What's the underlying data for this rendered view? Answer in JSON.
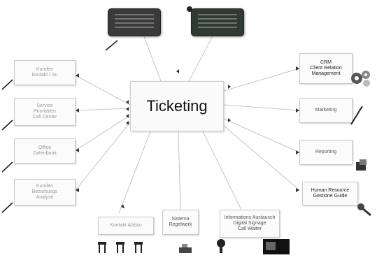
{
  "center": {
    "label": "Ticketing"
  },
  "boxes": {
    "left1": "Kunden\nkontakt / Su",
    "left2": "Service\nPrioritäten\nCall Center",
    "left3": "Office\nDatenbank",
    "left4": "Kunden\nBeziehungs\nAnalyse",
    "crm": "CRM\nClient Relation\nManagement",
    "marketing": "Marketing",
    "reporting": "Reporting",
    "hr": "Human Resource\nGestione Guide",
    "bottom1": "Kontakt Abbau",
    "bottom2": "Sistema\nRegelwerk",
    "bottom3": "Informations Austausch\nDigital Signage\nCall Waiter"
  }
}
